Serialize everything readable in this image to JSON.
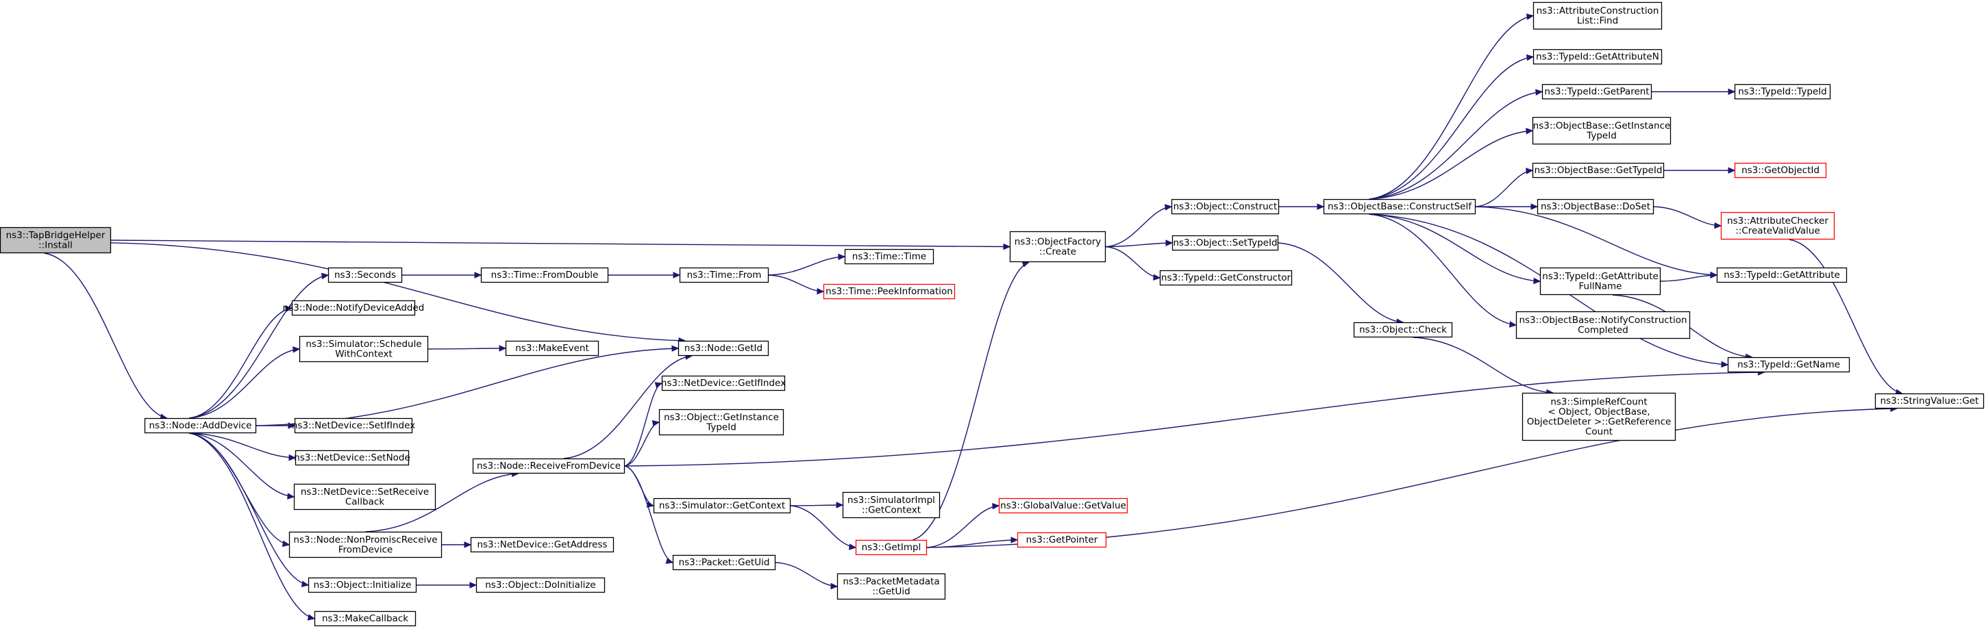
{
  "graph": {
    "nodes": [
      {
        "id": "root",
        "label": [
          "ns3::TapBridgeHelper",
          "::Install"
        ],
        "root": true
      },
      {
        "id": "add_device",
        "label": [
          "ns3::Node::AddDevice"
        ]
      },
      {
        "id": "object_factory_create",
        "label": [
          "ns3::ObjectFactory",
          "::Create"
        ]
      },
      {
        "id": "node_getid",
        "label": [
          "ns3::Node::GetId"
        ]
      },
      {
        "id": "seconds",
        "label": [
          "ns3::Seconds"
        ]
      },
      {
        "id": "notify_device_added",
        "label": [
          "ns3::Node::NotifyDeviceAdded"
        ]
      },
      {
        "id": "schedule_with_context",
        "label": [
          "ns3::Simulator::Schedule",
          "WithContext"
        ]
      },
      {
        "id": "netdevice_setifindex",
        "label": [
          "ns3::NetDevice::SetIfIndex"
        ]
      },
      {
        "id": "netdevice_setnode",
        "label": [
          "ns3::NetDevice::SetNode"
        ]
      },
      {
        "id": "netdevice_setreceivecallback",
        "label": [
          "ns3::NetDevice::SetReceive",
          "Callback"
        ]
      },
      {
        "id": "nonpromisc_receive",
        "label": [
          "ns3::Node::NonPromiscReceive",
          "FromDevice"
        ]
      },
      {
        "id": "object_initialize",
        "label": [
          "ns3::Object::Initialize"
        ]
      },
      {
        "id": "makecallback",
        "label": [
          "ns3::MakeCallback"
        ]
      },
      {
        "id": "time_fromdouble",
        "label": [
          "ns3::Time::FromDouble"
        ]
      },
      {
        "id": "makeevent",
        "label": [
          "ns3::MakeEvent"
        ]
      },
      {
        "id": "receive_from_device",
        "label": [
          "ns3::Node::ReceiveFromDevice"
        ]
      },
      {
        "id": "netdevice_getaddress",
        "label": [
          "ns3::NetDevice::GetAddress"
        ]
      },
      {
        "id": "object_doinitialize",
        "label": [
          "ns3::Object::DoInitialize"
        ]
      },
      {
        "id": "time_from",
        "label": [
          "ns3::Time::From"
        ]
      },
      {
        "id": "netdevice_getifindex",
        "label": [
          "ns3::NetDevice::GetIfIndex"
        ]
      },
      {
        "id": "object_getinstancetypeid",
        "label": [
          "ns3::Object::GetInstance",
          "TypeId"
        ]
      },
      {
        "id": "simulator_getcontext",
        "label": [
          "ns3::Simulator::GetContext"
        ]
      },
      {
        "id": "packet_getuid",
        "label": [
          "ns3::Packet::GetUid"
        ]
      },
      {
        "id": "time_time",
        "label": [
          "ns3::Time::Time"
        ]
      },
      {
        "id": "time_peekinformation",
        "label": [
          "ns3::Time::PeekInformation"
        ],
        "red": true
      },
      {
        "id": "simulatorimpl_getcontext",
        "label": [
          "ns3::SimulatorImpl",
          "::GetContext"
        ]
      },
      {
        "id": "getimpl",
        "label": [
          "ns3::GetImpl"
        ],
        "red": true
      },
      {
        "id": "packetmetadata_getuid",
        "label": [
          "ns3::PacketMetadata",
          "::GetUid"
        ]
      },
      {
        "id": "globalvalue_getvalue",
        "label": [
          "ns3::GlobalValue::GetValue"
        ],
        "red": true
      },
      {
        "id": "getpointer",
        "label": [
          "ns3::GetPointer"
        ],
        "red": true
      },
      {
        "id": "object_construct",
        "label": [
          "ns3::Object::Construct"
        ]
      },
      {
        "id": "object_settypeid",
        "label": [
          "ns3::Object::SetTypeId"
        ]
      },
      {
        "id": "typeid_getconstructor",
        "label": [
          "ns3::TypeId::GetConstructor"
        ]
      },
      {
        "id": "objectbase_constructself",
        "label": [
          "ns3::ObjectBase::ConstructSelf"
        ]
      },
      {
        "id": "object_check",
        "label": [
          "ns3::Object::Check"
        ]
      },
      {
        "id": "simplerefcount",
        "label": [
          "ns3::SimpleRefCount",
          "< Object, ObjectBase,",
          "ObjectDeleter >::GetReference",
          "Count"
        ]
      },
      {
        "id": "attrconstructionlist_find",
        "label": [
          "ns3::AttributeConstruction",
          "List::Find"
        ]
      },
      {
        "id": "typeid_getattributen",
        "label": [
          "ns3::TypeId::GetAttributeN"
        ]
      },
      {
        "id": "typeid_getparent",
        "label": [
          "ns3::TypeId::GetParent"
        ]
      },
      {
        "id": "objectbase_getinstancetypeid",
        "label": [
          "ns3::ObjectBase::GetInstance",
          "TypeId"
        ]
      },
      {
        "id": "objectbase_gettypeid",
        "label": [
          "ns3::ObjectBase::GetTypeId"
        ]
      },
      {
        "id": "objectbase_doset",
        "label": [
          "ns3::ObjectBase::DoSet"
        ]
      },
      {
        "id": "typeid_getattributefullname",
        "label": [
          "ns3::TypeId::GetAttribute",
          "FullName"
        ]
      },
      {
        "id": "objectbase_notifyconstructioncompleted",
        "label": [
          "ns3::ObjectBase::NotifyConstruction",
          "Completed"
        ]
      },
      {
        "id": "typeid_getname",
        "label": [
          "ns3::TypeId::GetName"
        ]
      },
      {
        "id": "typeid_typeid",
        "label": [
          "ns3::TypeId::TypeId"
        ]
      },
      {
        "id": "getobjectid",
        "label": [
          "ns3::GetObjectId"
        ],
        "red": true
      },
      {
        "id": "attributechecker_createvalidvalue",
        "label": [
          "ns3::AttributeChecker",
          "::CreateValidValue"
        ],
        "red": true
      },
      {
        "id": "typeid_getattribute",
        "label": [
          "ns3::TypeId::GetAttribute"
        ]
      },
      {
        "id": "stringvalue_get",
        "label": [
          "ns3::StringValue::Get"
        ]
      }
    ],
    "edges": [
      [
        "root",
        "object_factory_create"
      ],
      [
        "root",
        "node_getid"
      ],
      [
        "root",
        "add_device"
      ],
      [
        "add_device",
        "seconds"
      ],
      [
        "add_device",
        "notify_device_added"
      ],
      [
        "add_device",
        "schedule_with_context"
      ],
      [
        "add_device",
        "node_getid"
      ],
      [
        "add_device",
        "netdevice_setifindex"
      ],
      [
        "add_device",
        "netdevice_setnode"
      ],
      [
        "add_device",
        "netdevice_setreceivecallback"
      ],
      [
        "add_device",
        "nonpromisc_receive"
      ],
      [
        "add_device",
        "object_initialize"
      ],
      [
        "add_device",
        "makecallback"
      ],
      [
        "seconds",
        "time_fromdouble"
      ],
      [
        "time_fromdouble",
        "time_from"
      ],
      [
        "time_from",
        "time_time"
      ],
      [
        "time_from",
        "time_peekinformation"
      ],
      [
        "schedule_with_context",
        "makeevent"
      ],
      [
        "nonpromisc_receive",
        "receive_from_device"
      ],
      [
        "nonpromisc_receive",
        "netdevice_getaddress"
      ],
      [
        "object_initialize",
        "object_doinitialize"
      ],
      [
        "receive_from_device",
        "node_getid"
      ],
      [
        "receive_from_device",
        "netdevice_getifindex"
      ],
      [
        "receive_from_device",
        "object_getinstancetypeid"
      ],
      [
        "receive_from_device",
        "simulator_getcontext"
      ],
      [
        "receive_from_device",
        "packet_getuid"
      ],
      [
        "receive_from_device",
        "typeid_getname"
      ],
      [
        "simulator_getcontext",
        "simulatorimpl_getcontext"
      ],
      [
        "simulator_getcontext",
        "getimpl"
      ],
      [
        "packet_getuid",
        "packetmetadata_getuid"
      ],
      [
        "getimpl",
        "object_factory_create"
      ],
      [
        "getimpl",
        "globalvalue_getvalue"
      ],
      [
        "getimpl",
        "getpointer"
      ],
      [
        "getimpl",
        "stringvalue_get"
      ],
      [
        "object_factory_create",
        "object_construct"
      ],
      [
        "object_factory_create",
        "object_settypeid"
      ],
      [
        "object_factory_create",
        "typeid_getconstructor"
      ],
      [
        "object_construct",
        "objectbase_constructself"
      ],
      [
        "object_settypeid",
        "object_check"
      ],
      [
        "object_check",
        "simplerefcount"
      ],
      [
        "objectbase_constructself",
        "attrconstructionlist_find"
      ],
      [
        "objectbase_constructself",
        "typeid_getattributen"
      ],
      [
        "objectbase_constructself",
        "typeid_getparent"
      ],
      [
        "objectbase_constructself",
        "objectbase_getinstancetypeid"
      ],
      [
        "objectbase_constructself",
        "objectbase_gettypeid"
      ],
      [
        "objectbase_constructself",
        "objectbase_doset"
      ],
      [
        "objectbase_constructself",
        "typeid_getattribute"
      ],
      [
        "objectbase_constructself",
        "typeid_getattributefullname"
      ],
      [
        "objectbase_constructself",
        "objectbase_notifyconstructioncompleted"
      ],
      [
        "objectbase_constructself",
        "typeid_getname"
      ],
      [
        "typeid_getparent",
        "typeid_typeid"
      ],
      [
        "objectbase_gettypeid",
        "getobjectid"
      ],
      [
        "objectbase_doset",
        "attributechecker_createvalidvalue"
      ],
      [
        "attributechecker_createvalidvalue",
        "stringvalue_get"
      ],
      [
        "typeid_getattributefullname",
        "typeid_getattribute"
      ],
      [
        "typeid_getattributefullname",
        "typeid_getname"
      ]
    ]
  }
}
